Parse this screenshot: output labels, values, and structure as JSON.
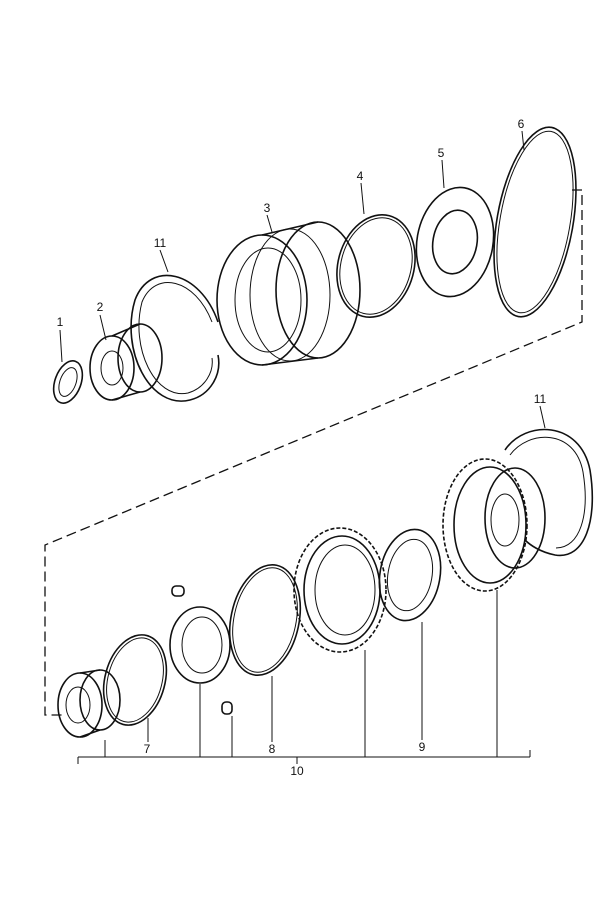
{
  "diagram": {
    "labels": {
      "part1": "1",
      "part2": "2",
      "part3": "3",
      "part4": "4",
      "part5": "5",
      "part6": "6",
      "part7": "7",
      "part8": "8",
      "part9": "9",
      "part10": "10",
      "part11_top": "11",
      "part11_bottom": "11"
    }
  }
}
